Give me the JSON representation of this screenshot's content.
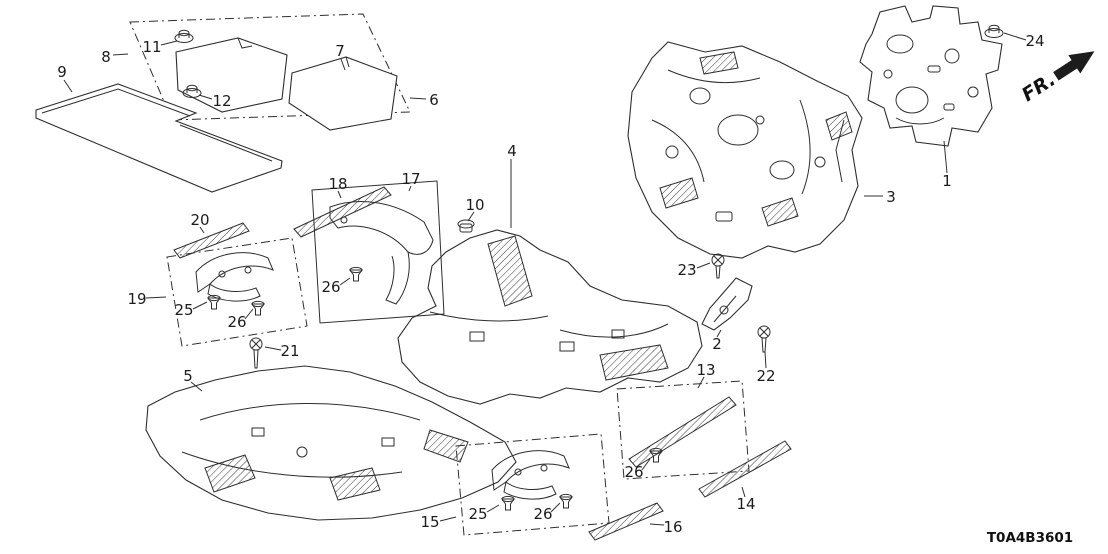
{
  "diagram": {
    "code": "T0A4B3601",
    "direction_label": "FR.",
    "callouts": {
      "1": "1",
      "2": "2",
      "3": "3",
      "4": "4",
      "5": "5",
      "6": "6",
      "7": "7",
      "8": "8",
      "9": "9",
      "10": "10",
      "11": "11",
      "12": "12",
      "13": "13",
      "14": "14",
      "15": "15",
      "16": "16",
      "17": "17",
      "18": "18",
      "19": "19",
      "20": "20",
      "21": "21",
      "22": "22",
      "23": "23",
      "24": "24",
      "25": "25",
      "26": "26"
    }
  }
}
